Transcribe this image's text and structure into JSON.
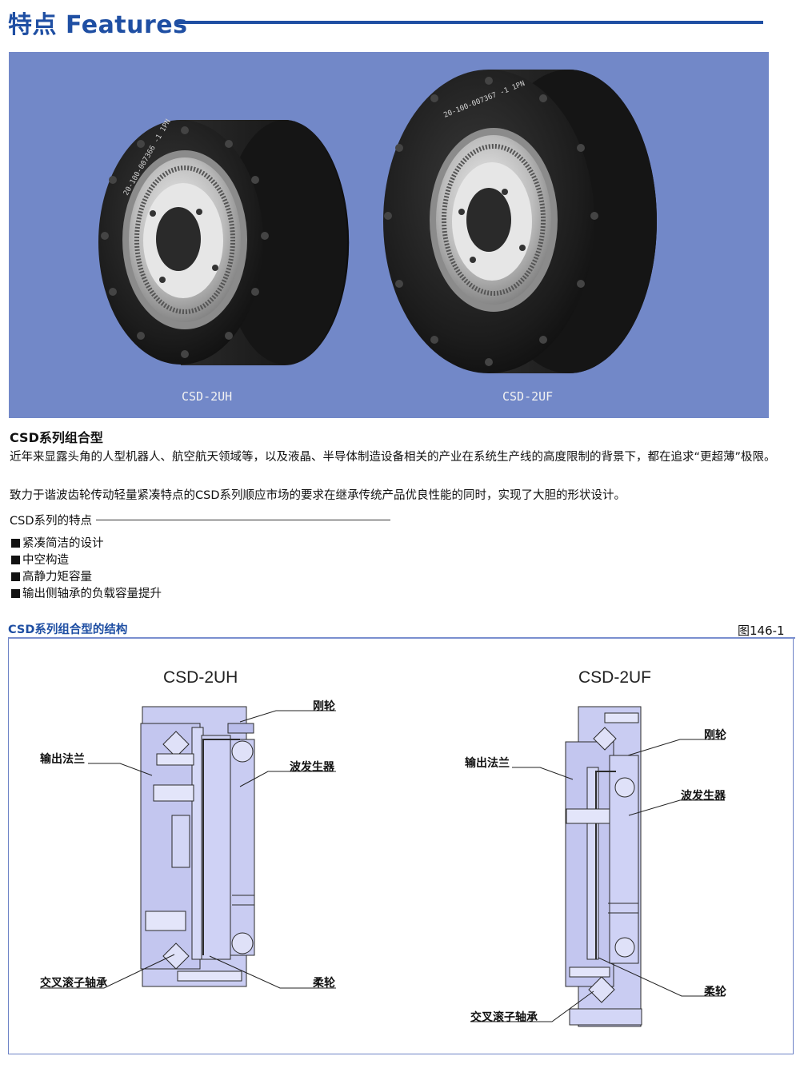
{
  "header": {
    "title": "特点 Features"
  },
  "photo": {
    "captions": [
      "CSD-2UH",
      "CSD-2UF"
    ],
    "engraving_left": "20-100-007366 -1 1PN",
    "engraving_right": "20-100-007367 -1 1PN"
  },
  "section": {
    "title": "CSD系列组合型",
    "paragraphs": [
      "近年来显露头角的人型机器人、航空航天领域等，以及液晶、半导体制造设备相关的产业在系统生产线的高度限制的背景下，都在追求“更超薄”极限。",
      "致力于谐波齿轮传动轻量紧凑特点的CSD系列顺应市场的要求在继承传统产品优良性能的同时，实现了大胆的形状设计。"
    ],
    "features_heading": "CSD系列的特点",
    "features": [
      "紧凑简洁的设计",
      "中空构造",
      "高静力矩容量",
      "输出侧轴承的负载容量提升"
    ]
  },
  "structure": {
    "title": "CSD系列组合型的结构",
    "figure_no": "图146-1",
    "left": {
      "title": "CSD-2UH",
      "labels": {
        "circular_spline": "刚轮",
        "output_flange": "输出法兰",
        "wave_generator": "波发生器",
        "cross_roller_bearing": "交叉滚子轴承",
        "flexspline": "柔轮"
      }
    },
    "right": {
      "title": "CSD-2UF",
      "labels": {
        "circular_spline": "刚轮",
        "output_flange": "输出法兰",
        "wave_generator": "波发生器",
        "flexspline": "柔轮",
        "cross_roller_bearing": "交叉滚子轴承"
      }
    }
  },
  "colors": {
    "brand_blue": "#1f4fa3",
    "photo_bg": "#7288c8",
    "diagram_fill": "#c9ccf2"
  }
}
